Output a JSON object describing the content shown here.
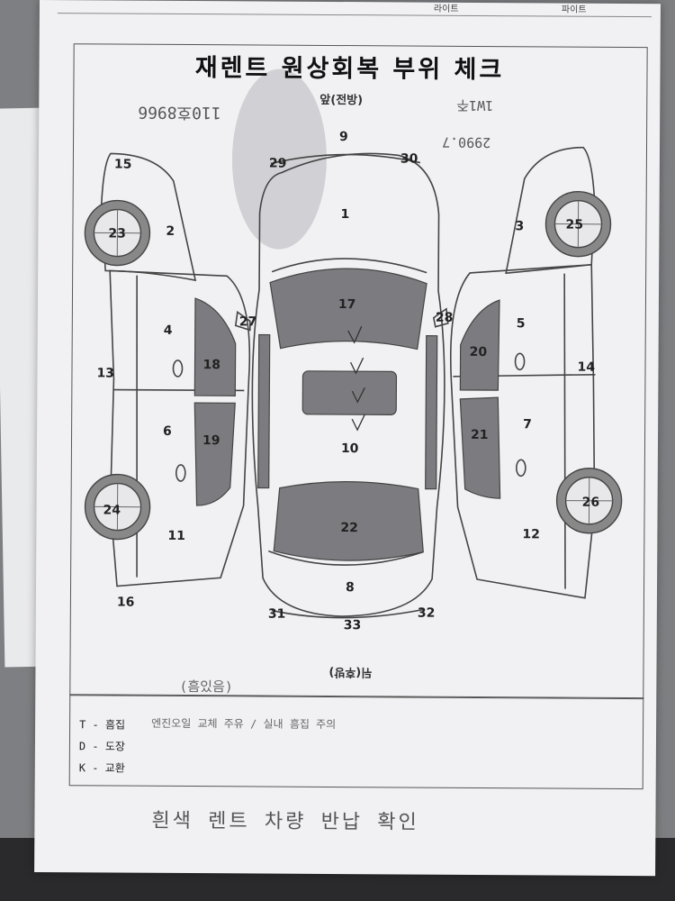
{
  "header_strip": {
    "cell_a": "라이트",
    "cell_b": "파이트"
  },
  "title": "재렌트 원상회복 부위 체크",
  "front_label": "앞(전방)",
  "rear_label": "뒤(후방)",
  "handwriting": {
    "plate": "110호8966",
    "note_top_right": "1W1주",
    "mileage": "2990.7",
    "rear_note": "(흠있음)",
    "bottom_scribble": "흰색 렌트 차량 반납 확인"
  },
  "part_numbers": [
    {
      "id": "p1",
      "label": "1"
    },
    {
      "id": "p2",
      "label": "2"
    },
    {
      "id": "p3",
      "label": "3"
    },
    {
      "id": "p4",
      "label": "4"
    },
    {
      "id": "p5",
      "label": "5"
    },
    {
      "id": "p6",
      "label": "6"
    },
    {
      "id": "p7",
      "label": "7"
    },
    {
      "id": "p8",
      "label": "8"
    },
    {
      "id": "p9",
      "label": "9"
    },
    {
      "id": "p10",
      "label": "10"
    },
    {
      "id": "p11",
      "label": "11"
    },
    {
      "id": "p12",
      "label": "12"
    },
    {
      "id": "p13",
      "label": "13"
    },
    {
      "id": "p14",
      "label": "14"
    },
    {
      "id": "p15",
      "label": "15"
    },
    {
      "id": "p16",
      "label": "16"
    },
    {
      "id": "p17",
      "label": "17"
    },
    {
      "id": "p18",
      "label": "18"
    },
    {
      "id": "p19",
      "label": "19"
    },
    {
      "id": "p20",
      "label": "20"
    },
    {
      "id": "p21",
      "label": "21"
    },
    {
      "id": "p22",
      "label": "22"
    },
    {
      "id": "p23",
      "label": "23"
    },
    {
      "id": "p24",
      "label": "24"
    },
    {
      "id": "p25",
      "label": "25"
    },
    {
      "id": "p26",
      "label": "26"
    },
    {
      "id": "p27",
      "label": "27"
    },
    {
      "id": "p28",
      "label": "28"
    },
    {
      "id": "p29",
      "label": "29"
    },
    {
      "id": "p30",
      "label": "30"
    },
    {
      "id": "p31",
      "label": "31"
    },
    {
      "id": "p32",
      "label": "32"
    },
    {
      "id": "p33",
      "label": "33"
    }
  ],
  "legend": {
    "t": "T - 흠집",
    "t_note": "엔진오일 교체 주유 / 실내 흠집 주의",
    "d": "D - 도장",
    "k": "K - 교환"
  },
  "colors": {
    "paper": "#f1f1f4",
    "shade": "#7c7c80",
    "line": "#444444"
  }
}
